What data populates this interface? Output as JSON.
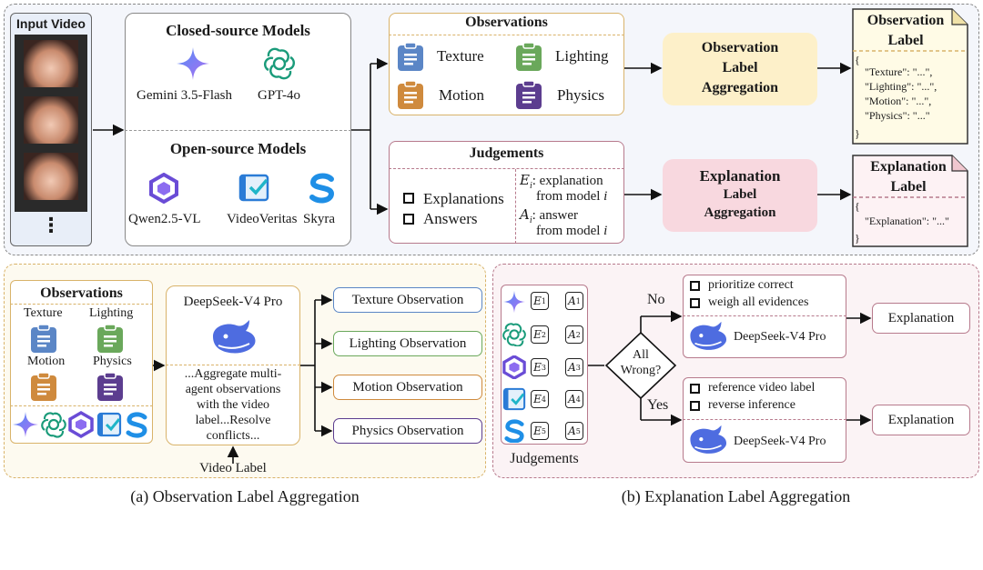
{
  "input": {
    "title": "Input Video",
    "ellipsis": "⋮"
  },
  "closed": {
    "title": "Closed-source Models",
    "m1": "Gemini 3.5-Flash",
    "m2": "GPT-4o"
  },
  "open": {
    "title": "Open-source Models",
    "m1": "Qwen2.5-VL",
    "m2": "VideoVeritas",
    "m3": "Skyra"
  },
  "obs": {
    "title": "Observations",
    "texture": "Texture",
    "lighting": "Lighting",
    "motion": "Motion",
    "physics": "Physics"
  },
  "judge": {
    "title": "Judgements",
    "expl": "Explanations",
    "ans": "Answers",
    "e_sym": "E",
    "e_sub": "i",
    "e_text1": ": explanation",
    "e_text2": "from model",
    "a_sym": "A",
    "a_sub": "i",
    "a_text1": ": answer",
    "a_text2": "from model",
    "i": "i"
  },
  "agg1": {
    "l1": "Observation",
    "l2": "Label",
    "l3": "Aggregation"
  },
  "agg2": {
    "l1": "Explanation",
    "l2": "Label",
    "l3": "Aggregation"
  },
  "olabel": {
    "title1": "Observation",
    "title2": "Label",
    "open": "{",
    "r1": "\"Texture\": \"...\",",
    "r2": "\"Lighting\": \"...\",",
    "r3": "\"Motion\": \"...\",",
    "r4": "\"Physics\": \"...\"",
    "close": "}"
  },
  "elabel": {
    "title1": "Explanation",
    "title2": "Label",
    "open": "{",
    "r1": "\"Explanation\": \"...\"",
    "close": "}"
  },
  "panel_a": {
    "obs_title": "Observations",
    "texture": "Texture",
    "lighting": "Lighting",
    "motion": "Motion",
    "physics": "Physics",
    "ds_title": "DeepSeek-V4 Pro",
    "ds_t1": "...Aggregate multi-",
    "ds_t2": "agent observations",
    "ds_t3": "with the video",
    "ds_t4": "label...Resolve",
    "ds_t5": "conflicts...",
    "video_label": "Video Label",
    "out1": "Texture Observation",
    "out2": "Lighting Observation",
    "out3": "Motion Observation",
    "out4": "Physics Observation",
    "caption": "(a) Observation Label Aggregation"
  },
  "panel_b": {
    "judgements": "Judgements",
    "rows": [
      {
        "e": "E",
        "a": "A",
        "n": "1"
      },
      {
        "e": "E",
        "a": "A",
        "n": "2"
      },
      {
        "e": "E",
        "a": "A",
        "n": "3"
      },
      {
        "e": "E",
        "a": "A",
        "n": "4"
      },
      {
        "e": "E",
        "a": "A",
        "n": "5"
      }
    ],
    "decision1": "All",
    "decision2": "Wrong?",
    "no": "No",
    "yes": "Yes",
    "top_c1": "prioritize correct",
    "top_c2": "weigh all evidences",
    "top_model": "DeepSeek-V4 Pro",
    "bot_c1": "reference video label",
    "bot_c2": "reverse inference",
    "bot_model": "DeepSeek-V4 Pro",
    "out_top": "Explanation",
    "out_bot": "Explanation",
    "caption": "(b) Explanation Label Aggregation"
  },
  "colors": {
    "texture": "#5b86c6",
    "lighting": "#6aa85b",
    "motion": "#cf8a3d",
    "physics": "#5c3d8f",
    "obs_border": "#d9b36a",
    "judge_border": "#b77a8c",
    "agg1_fill": "#fdf0c9",
    "agg2_fill": "#f8d8df",
    "whale": "#4e6ce0"
  }
}
